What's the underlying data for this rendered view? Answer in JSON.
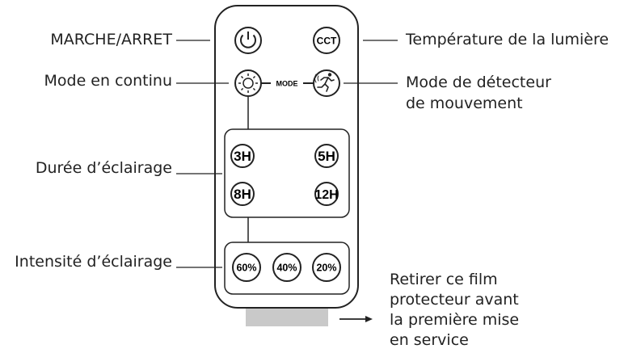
{
  "labels": {
    "power": "MARCHE/ARRET",
    "continuous": "Mode en continu",
    "duration": "Durée d’éclairage",
    "intensity": "Intensité d’éclairage",
    "cct_label": "Température de la lumière",
    "motion_line1": "Mode de détecteur",
    "motion_line2": "de mouvement",
    "film_line1": "Retirer ce film",
    "film_line2": "protecteur avant",
    "film_line3": "la première mise",
    "film_line4": "en service"
  },
  "buttons": {
    "cct": "CCT",
    "mode": "MODE",
    "t3": "3H",
    "t5": "5H",
    "t8": "8H",
    "t12": "12H",
    "i60": "60%",
    "i40": "40%",
    "i20": "20%"
  }
}
